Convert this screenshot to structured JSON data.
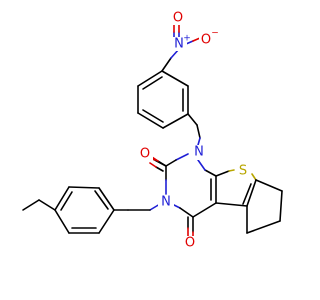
{
  "colors": {
    "carbon_bond": "#000000",
    "nitrogen": "#1f1fd6",
    "oxygen": "#e00000",
    "sulfur": "#b8a600"
  },
  "atoms": {
    "nitro_n": {
      "symbol": "N",
      "charge": "+",
      "color": "#1f1fd6"
    },
    "nitro_o_top": {
      "symbol": "O",
      "charge": "",
      "color": "#e00000"
    },
    "nitro_o_right": {
      "symbol": "O",
      "charge": "−",
      "color": "#e00000"
    },
    "ring_n1": {
      "symbol": "N",
      "charge": "",
      "color": "#1f1fd6"
    },
    "ring_n3": {
      "symbol": "N",
      "charge": "",
      "color": "#1f1fd6"
    },
    "carbonyl_o2": {
      "symbol": "O",
      "charge": "",
      "color": "#e00000"
    },
    "carbonyl_o4": {
      "symbol": "O",
      "charge": "",
      "color": "#e00000"
    },
    "thiophene_s": {
      "symbol": "S",
      "charge": "",
      "color": "#b8a600"
    }
  }
}
